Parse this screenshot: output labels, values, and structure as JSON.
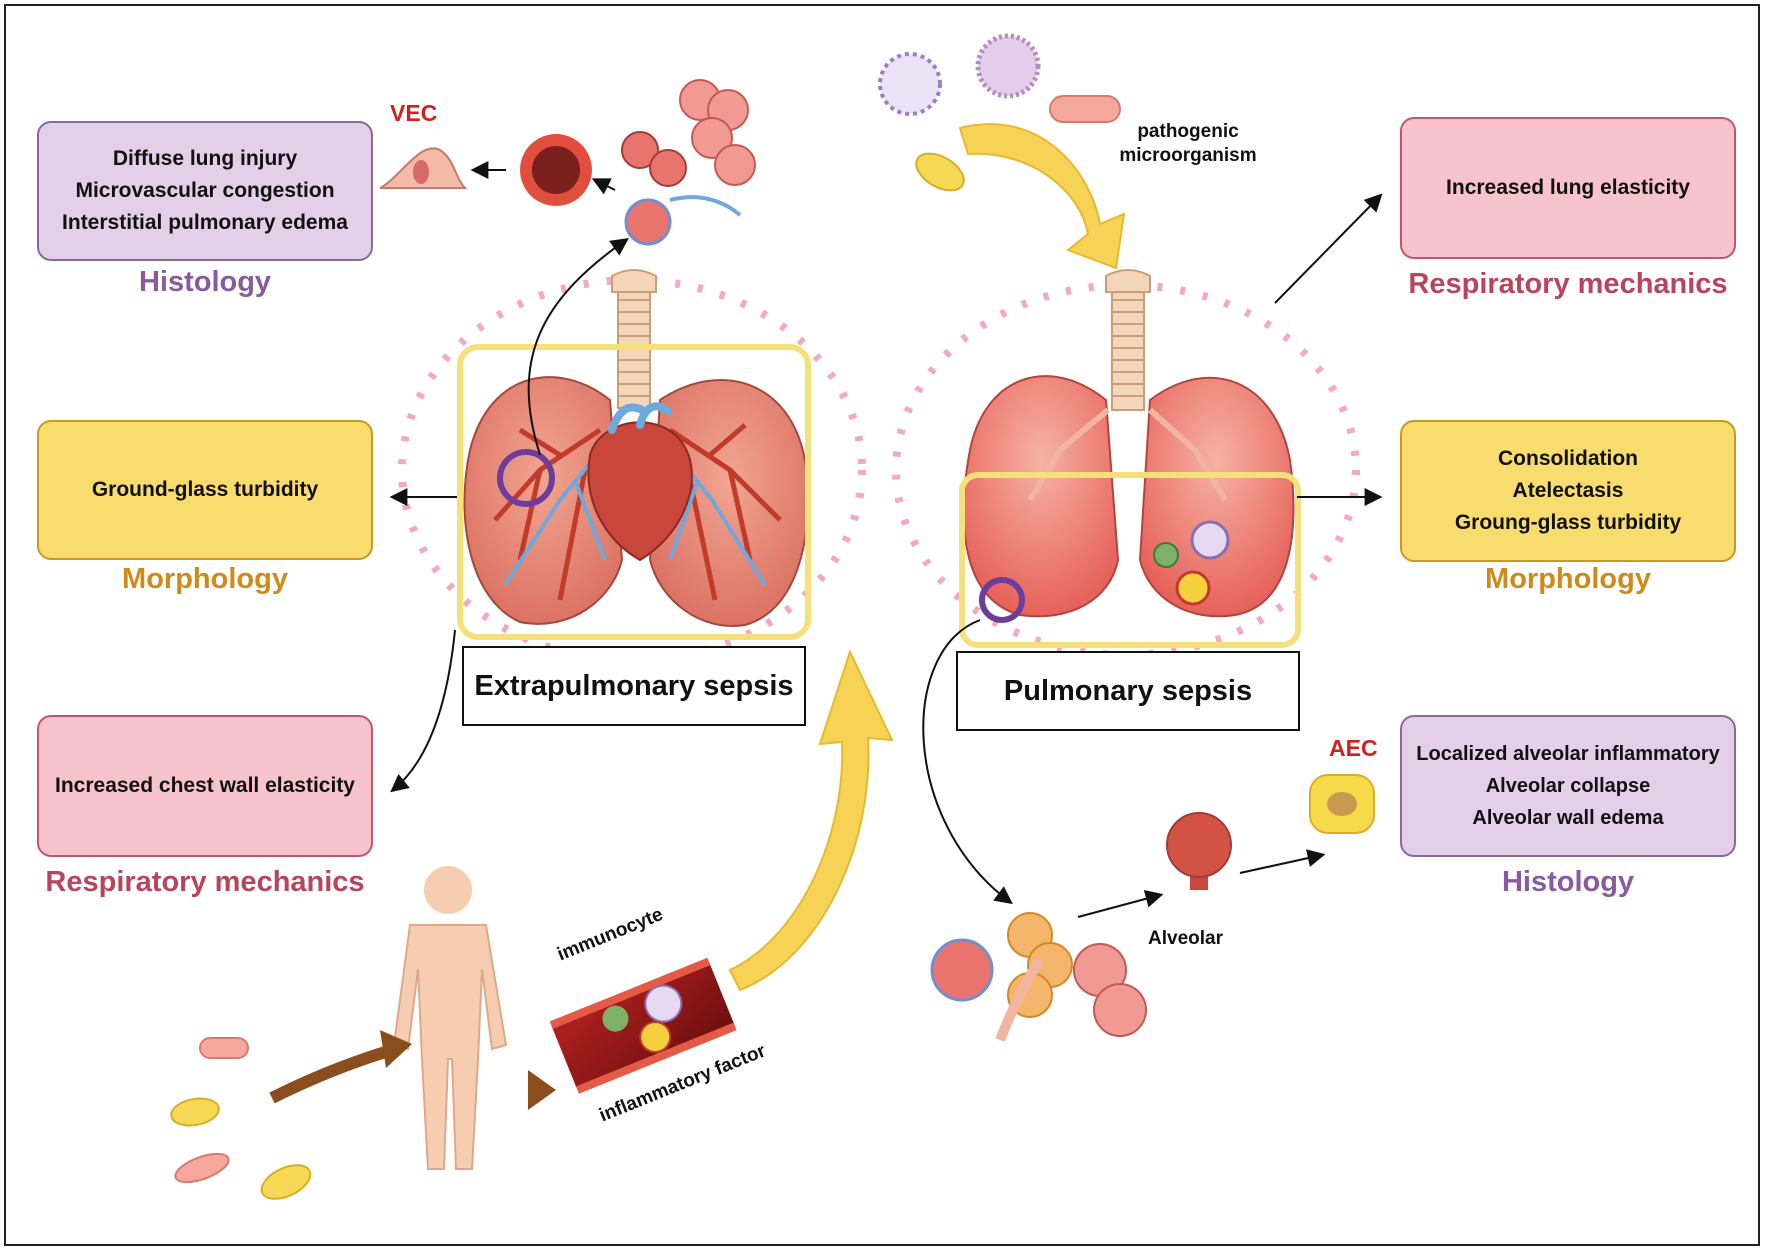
{
  "left": {
    "histology_box": {
      "lines": [
        "Diffuse lung injury",
        "Microvascular congestion",
        "Interstitial pulmonary edema"
      ]
    },
    "histology_caption": "Histology",
    "vec_label": "VEC",
    "morphology_box": {
      "lines": [
        "Ground-glass turbidity"
      ]
    },
    "morphology_caption": "Morphology",
    "mechanics_box": {
      "lines": [
        "Increased chest wall elasticity"
      ]
    },
    "mechanics_caption": "Respiratory mechanics",
    "sepsis_label": "Extrapulmonary sepsis",
    "immunocyte_label": "immunocyte",
    "inflammatory_label": "inflammatory factor"
  },
  "right": {
    "pathogen_label": [
      "pathogenic",
      "microorganism"
    ],
    "mechanics_box": {
      "lines": [
        "Increased lung elasticity"
      ]
    },
    "mechanics_caption": "Respiratory mechanics",
    "morphology_box": {
      "lines": [
        "Consolidation",
        "Atelectasis",
        "Groung-glass turbidity"
      ]
    },
    "morphology_caption": "Morphology",
    "sepsis_label": "Pulmonary sepsis",
    "aec_label": "AEC",
    "histology_box": {
      "lines": [
        "Localized alveolar inflammatory",
        "Alveolar collapse",
        "Alveolar wall edema"
      ]
    },
    "histology_caption": "Histology",
    "alveolar_label": "Alveolar"
  },
  "colors": {
    "pink_box": "#f7c3cc",
    "yellow_box": "#f9dc6e",
    "violet_box": "#e3cfe8",
    "histology_text": "#8a5a9e",
    "morphology_text": "#cf8a1a",
    "mechanics_text": "#b8445d",
    "cell_label": "#d21f1f"
  }
}
